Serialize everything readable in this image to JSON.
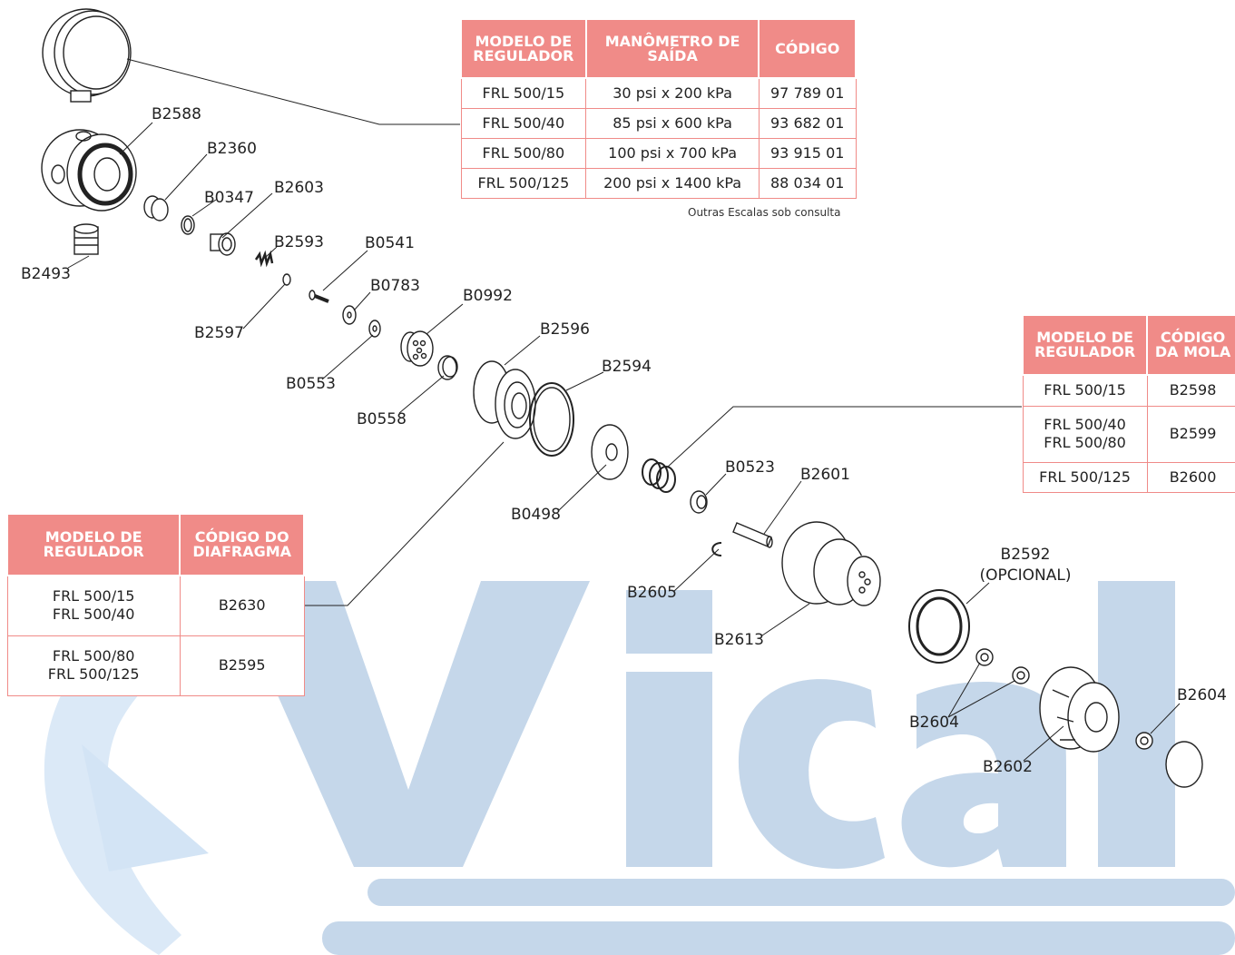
{
  "colors": {
    "table_header": "#f08b88",
    "brand_light": "#d9e6f2",
    "brand_mid": "#c5d7ea",
    "brand_arrow": "#dbe9f7"
  },
  "watermark": {
    "text": "Vical"
  },
  "gauge_table": {
    "headers": [
      "MODELO DE REGULADOR",
      "MANÔMETRO DE SAÍDA",
      "CÓDIGO"
    ],
    "rows": [
      [
        "FRL 500/15",
        "30 psi x 200 kPa",
        "97 789 01"
      ],
      [
        "FRL 500/40",
        "85 psi x 600 kPa",
        "93 682 01"
      ],
      [
        "FRL 500/80",
        "100 psi x 700 kPa",
        "93 915 01"
      ],
      [
        "FRL 500/125",
        "200 psi x 1400 kPa",
        "88 034 01"
      ]
    ],
    "note": "Outras Escalas sob consulta"
  },
  "spring_table": {
    "headers": [
      "MODELO DE REGULADOR",
      "CÓDIGO DA MOLA"
    ],
    "rows": [
      [
        "FRL 500/15",
        "B2598"
      ],
      [
        "FRL 500/40\nFRL 500/80",
        "B2599"
      ],
      [
        "FRL 500/125",
        "B2600"
      ]
    ]
  },
  "diaphragm_table": {
    "headers": [
      "MODELO DE REGULADOR",
      "CÓDIGO DO DIAFRAGMA"
    ],
    "rows": [
      [
        "FRL 500/15\nFRL 500/40",
        "B2630"
      ],
      [
        "FRL 500/80\nFRL 500/125",
        "B2595"
      ]
    ]
  },
  "part_labels": {
    "B2588": "B2588",
    "B2360": "B2360",
    "B0347": "B0347",
    "B2603": "B2603",
    "B2493": "B2493",
    "B2593": "B2593",
    "B0541": "B0541",
    "B2597": "B2597",
    "B0783": "B0783",
    "B0992": "B0992",
    "B0553": "B0553",
    "B2596": "B2596",
    "B0558": "B0558",
    "B2594": "B2594",
    "B0498": "B0498",
    "B0523": "B0523",
    "B2601": "B2601",
    "B2605": "B2605",
    "B2613": "B2613",
    "B2592": "B2592",
    "B2592_note": "(OPCIONAL)",
    "B2604_a": "B2604",
    "B2604_b": "B2604",
    "B2602": "B2602"
  }
}
